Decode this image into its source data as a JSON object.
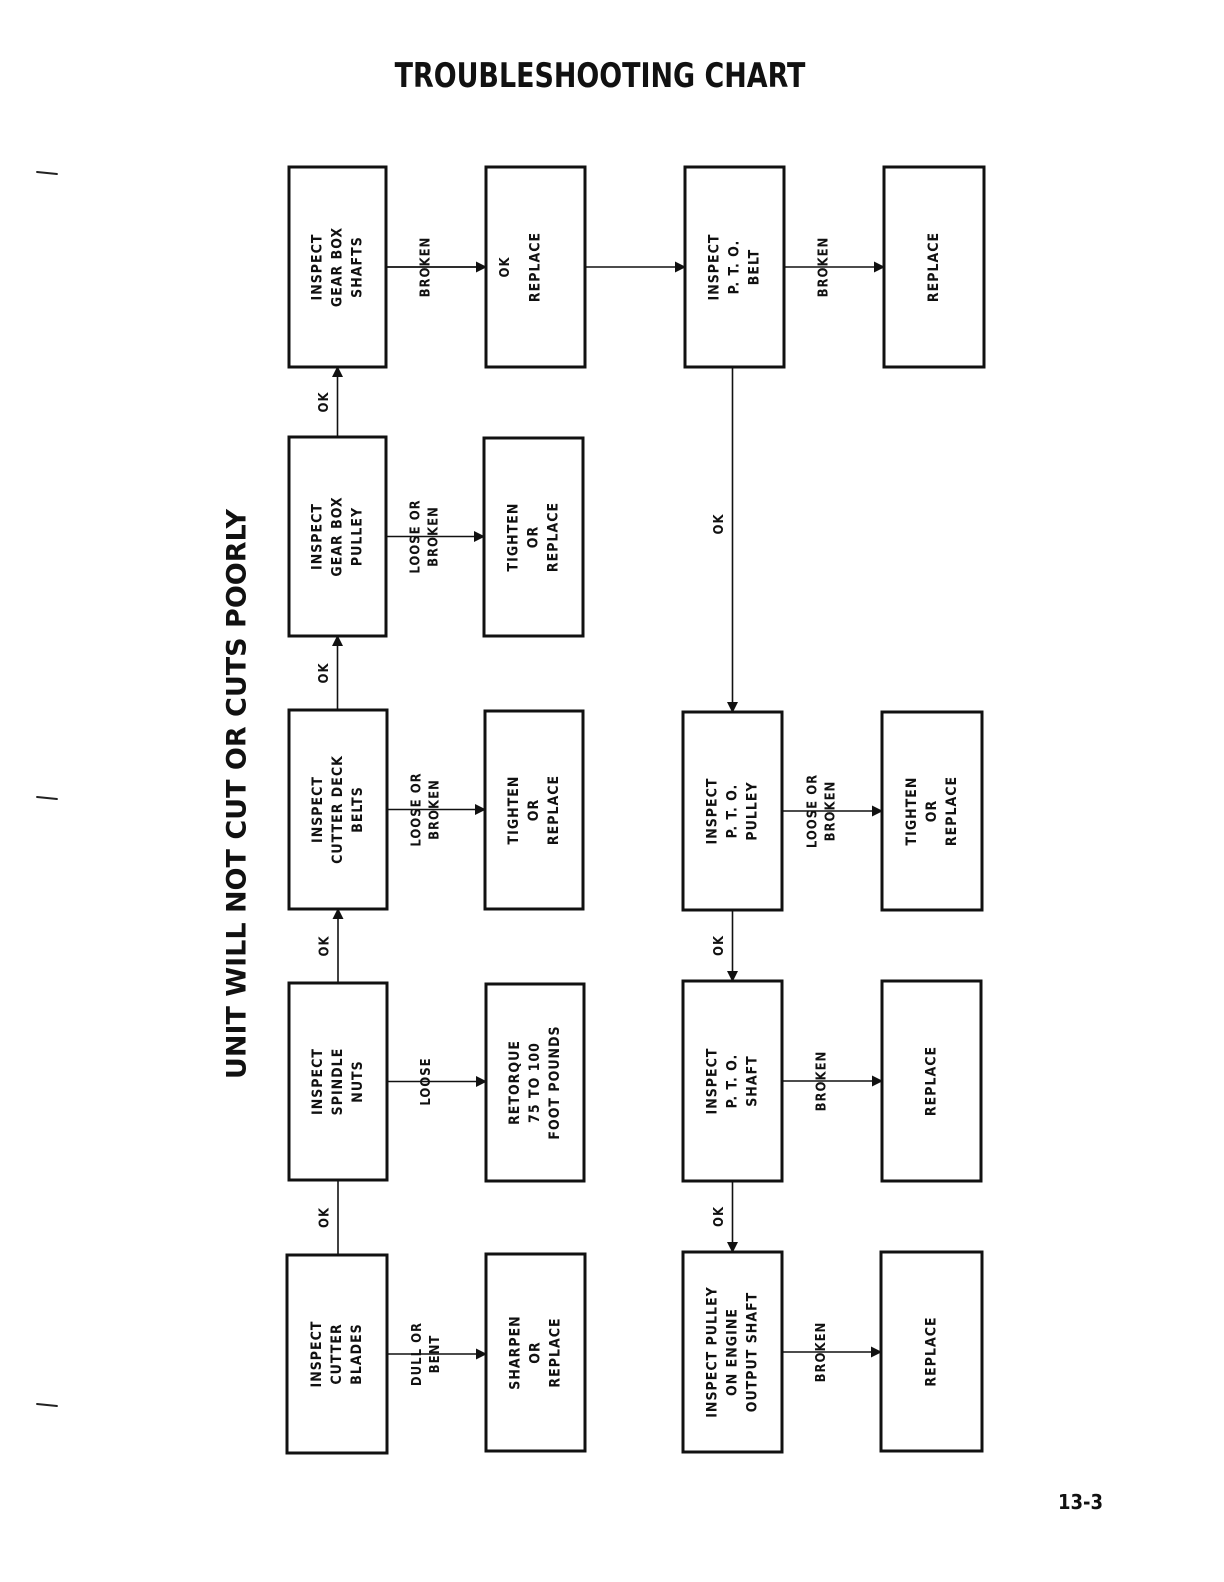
{
  "title": "TROUBLESHOOTING CHART",
  "side_title": "UNIT WILL NOT CUT OR CUTS POORLY",
  "page_number": "13-3",
  "nodes": [
    {
      "id": "inspect-cutter-blades",
      "lines": [
        "INSPECT",
        "CUTTER",
        "BLADES"
      ]
    },
    {
      "id": "sharpen-or-replace",
      "lines": [
        "SHARPEN",
        "OR",
        "REPLACE"
      ]
    },
    {
      "id": "inspect-spindle-nuts",
      "lines": [
        "INSPECT",
        "SPINDLE",
        "NUTS"
      ]
    },
    {
      "id": "retorque",
      "lines": [
        "RETORQUE",
        "75 TO 100",
        "FOOT POUNDS"
      ]
    },
    {
      "id": "inspect-cutter-deck-belts",
      "lines": [
        "INSPECT",
        "CUTTER DECK",
        "BELTS"
      ]
    },
    {
      "id": "tighten-or-replace-1",
      "lines": [
        "TIGHTEN",
        "OR",
        "REPLACE"
      ]
    },
    {
      "id": "inspect-gear-box-pulley",
      "lines": [
        "INSPECT",
        "GEAR BOX",
        "PULLEY"
      ]
    },
    {
      "id": "tighten-or-replace-2",
      "lines": [
        "TIGHTEN",
        "OR",
        "REPLACE"
      ]
    },
    {
      "id": "inspect-gear-box-shafts",
      "lines": [
        "INSPECT",
        "GEAR BOX",
        "SHAFTS"
      ]
    },
    {
      "id": "replace-1",
      "lines": [
        "REPLACE"
      ]
    },
    {
      "id": "inspect-pto-belt",
      "lines": [
        "INSPECT",
        "P. T. O.",
        "BELT"
      ]
    },
    {
      "id": "replace-2",
      "lines": [
        "REPLACE"
      ]
    },
    {
      "id": "inspect-pto-pulley",
      "lines": [
        "INSPECT",
        "P. T. O.",
        "PULLEY"
      ]
    },
    {
      "id": "tighten-or-replace-3",
      "lines": [
        "TIGHTEN",
        "OR",
        "REPLACE"
      ]
    },
    {
      "id": "inspect-pto-shaft",
      "lines": [
        "INSPECT",
        "P. T. O.",
        "SHAFT"
      ]
    },
    {
      "id": "replace-3",
      "lines": [
        "REPLACE"
      ]
    },
    {
      "id": "inspect-pulley-engine-output-shaft",
      "lines": [
        "INSPECT PULLEY",
        "ON ENGINE",
        "OUTPUT SHAFT"
      ]
    },
    {
      "id": "replace-4",
      "lines": [
        "REPLACE"
      ]
    }
  ],
  "edges": [
    {
      "from": "inspect-cutter-blades",
      "to": "sharpen-or-replace",
      "label": [
        "DULL OR",
        "BENT"
      ]
    },
    {
      "from": "inspect-cutter-blades",
      "to": "inspect-spindle-nuts",
      "label": [
        "OK"
      ]
    },
    {
      "from": "inspect-spindle-nuts",
      "to": "retorque",
      "label": [
        "LOOSE"
      ]
    },
    {
      "from": "inspect-spindle-nuts",
      "to": "inspect-cutter-deck-belts",
      "label": [
        "OK"
      ]
    },
    {
      "from": "inspect-cutter-deck-belts",
      "to": "tighten-or-replace-1",
      "label": [
        "LOOSE OR",
        "BROKEN"
      ]
    },
    {
      "from": "inspect-cutter-deck-belts",
      "to": "inspect-gear-box-pulley",
      "label": [
        "OK"
      ]
    },
    {
      "from": "inspect-gear-box-pulley",
      "to": "tighten-or-replace-2",
      "label": [
        "LOOSE OR",
        "BROKEN"
      ]
    },
    {
      "from": "inspect-gear-box-pulley",
      "to": "inspect-gear-box-shafts",
      "label": [
        "OK"
      ]
    },
    {
      "from": "inspect-gear-box-shafts",
      "to": "replace-1",
      "label": [
        "BROKEN"
      ]
    },
    {
      "from": "inspect-gear-box-shafts",
      "to": "inspect-pto-belt",
      "label": [
        "OK"
      ]
    },
    {
      "from": "inspect-pto-belt",
      "to": "replace-2",
      "label": [
        "BROKEN"
      ]
    },
    {
      "from": "inspect-pto-belt",
      "to": "inspect-pto-pulley",
      "label": [
        "OK"
      ]
    },
    {
      "from": "inspect-pto-pulley",
      "to": "tighten-or-replace-3",
      "label": [
        "LOOSE OR",
        "BROKEN"
      ]
    },
    {
      "from": "inspect-pto-pulley",
      "to": "inspect-pto-shaft",
      "label": [
        "OK"
      ]
    },
    {
      "from": "inspect-pto-shaft",
      "to": "replace-3",
      "label": [
        "BROKEN"
      ]
    },
    {
      "from": "inspect-pto-shaft",
      "to": "inspect-pulley-engine-output-shaft",
      "label": [
        "OK"
      ]
    },
    {
      "from": "inspect-pulley-engine-output-shaft",
      "to": "replace-4",
      "label": [
        "BROKEN"
      ]
    }
  ]
}
